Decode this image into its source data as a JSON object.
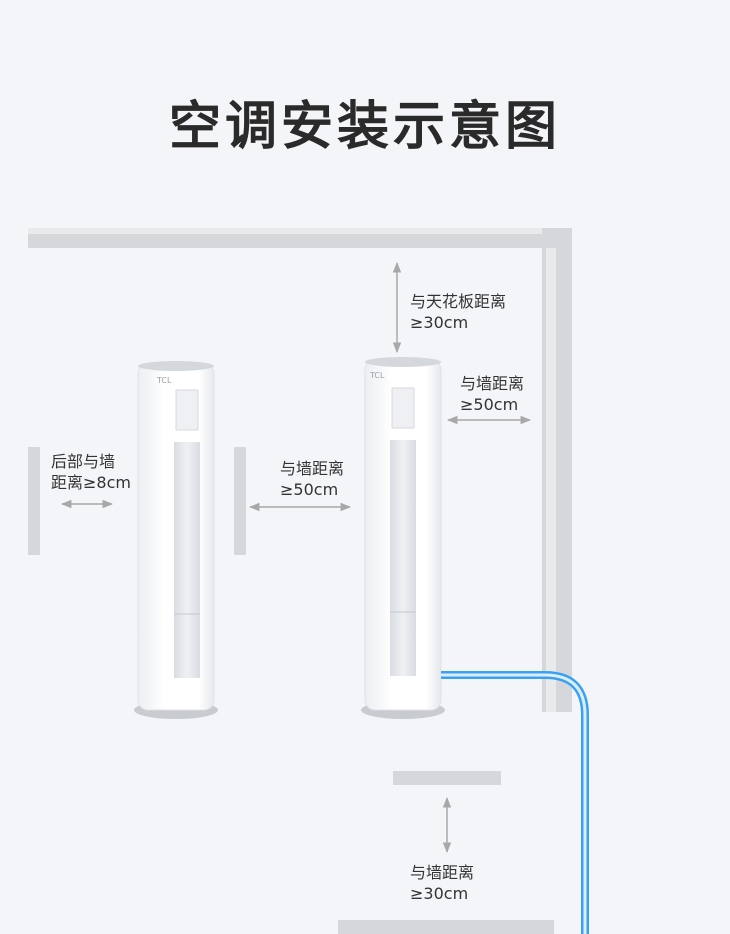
{
  "title": "空调安装示意图",
  "labels": {
    "ceiling": {
      "line1": "与天花板距离",
      "line2": "≥30cm"
    },
    "right_wall": {
      "line1": "与墙距离",
      "line2": "≥50cm"
    },
    "side_wall": {
      "line1": "与墙距离",
      "line2": "≥50cm"
    },
    "back": {
      "line1": "后部与墙",
      "line2": "距离≥8cm"
    },
    "front": {
      "line1": "与墙距离",
      "line2": "≥30cm"
    }
  },
  "colors": {
    "wall": "#d9d9d9",
    "arrow": "#a8a8a8",
    "pipe": "#3aa0f0",
    "unit_body": "#ffffff",
    "unit_panel": "#e4e6eb"
  }
}
